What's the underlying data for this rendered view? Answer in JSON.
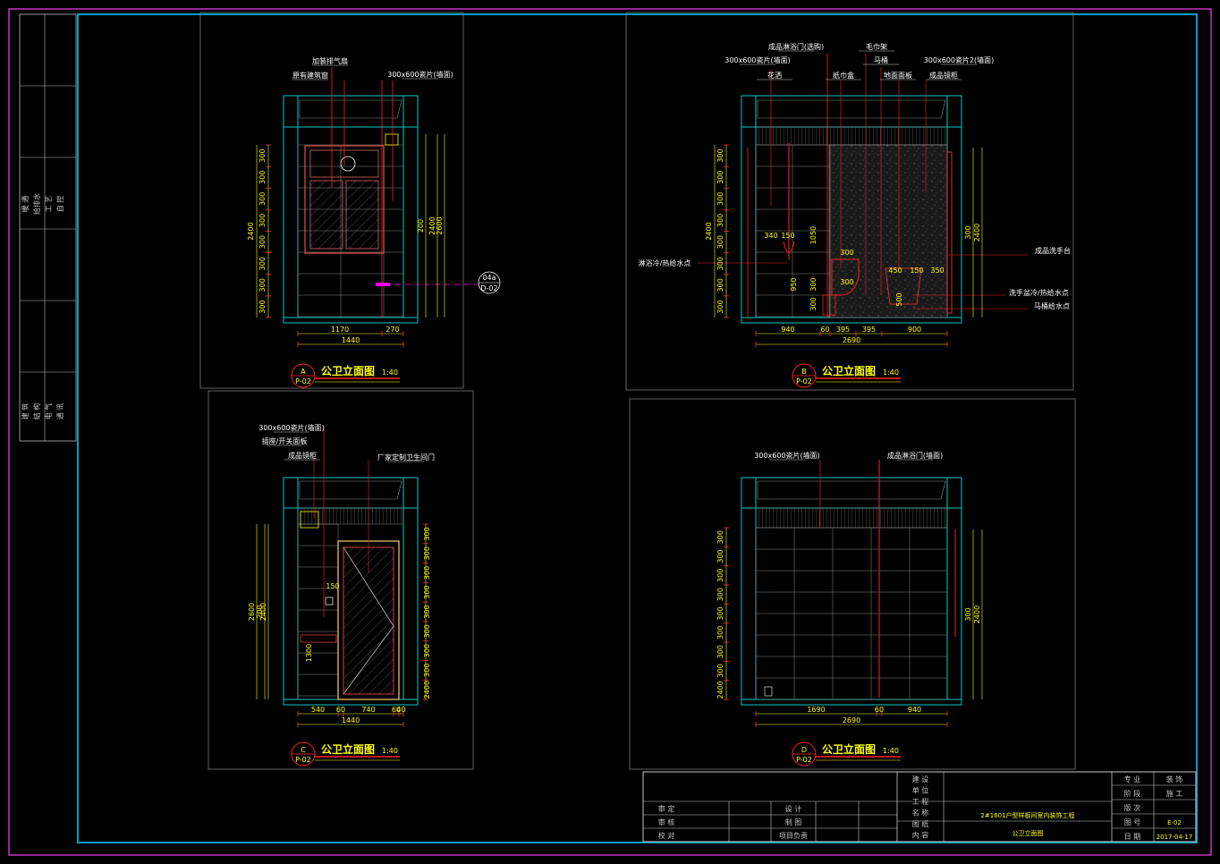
{
  "side_stamp": {
    "top_labels": [
      "暖 通",
      "给排水",
      "工 艺",
      "自 控"
    ],
    "bottom_labels": [
      "建 筑",
      "结 构",
      "电 气",
      "通 讯"
    ]
  },
  "views": {
    "A": {
      "letter": "A",
      "sheet": "P-02",
      "title": "公卫立面图",
      "scale": "1:40",
      "labels": [
        "加装排气扇",
        "原有建筑窗",
        "300x600瓷片(墙面)"
      ],
      "vdims_left": [
        "300",
        "300",
        "300",
        "300",
        "300",
        "300",
        "300",
        "300"
      ],
      "vdim_left_total": "2400",
      "vdims_right": [
        "200",
        "2400",
        "2600"
      ],
      "hdims": [
        "1170",
        "270"
      ],
      "hdim_total": "1440",
      "callout_id": "04a",
      "callout_sheet": "D-02"
    },
    "B": {
      "letter": "B",
      "sheet": "P-02",
      "title": "公卫立面图",
      "scale": "1:40",
      "labels": [
        "成品淋浴门(选购)",
        "300x600瓷片(墙面)",
        "花洒",
        "毛巾架",
        "纸巾盒",
        "马桶",
        "地面面板",
        "300x600瓷片2(墙面)",
        "成品镜柜",
        "成品洗手台",
        "淋浴冷/热给水点",
        "洗手盆冷/热给水点",
        "马桶给水点"
      ],
      "vdims_left": [
        "300",
        "300",
        "300",
        "300",
        "300",
        "300",
        "300",
        "300"
      ],
      "vdim_left_total": "2400",
      "vdims_right": [
        "300",
        "2400"
      ],
      "inner_dims": [
        "340",
        "150",
        "1050",
        "300",
        "450",
        "150",
        "350",
        "950",
        "300",
        "300",
        "500",
        "300"
      ],
      "hdims": [
        "940",
        "60",
        "395",
        "395",
        "900"
      ],
      "hdim_total": "2690"
    },
    "C": {
      "letter": "C",
      "sheet": "P-02",
      "title": "公卫立面图",
      "scale": "1:40",
      "labels": [
        "300x600瓷片(墙面)",
        "插座/开关面板",
        "成品镜柜",
        "厂家定制卫生间门"
      ],
      "vdims_left": [
        "200",
        "2400",
        "2600"
      ],
      "vdims_right": [
        "300",
        "300",
        "300",
        "300",
        "300",
        "300",
        "300",
        "300",
        "2400"
      ],
      "inner_dims": [
        "150",
        "1300"
      ],
      "hdims": [
        "540",
        "60",
        "740",
        "60",
        "40"
      ],
      "hdim_total": "1440"
    },
    "D": {
      "letter": "D",
      "sheet": "P-02",
      "title": "公卫立面图",
      "scale": "1:40",
      "labels": [
        "300x600瓷片(墙面)",
        "成品淋浴门(墙面)"
      ],
      "vdims_left": [
        "300",
        "300",
        "300",
        "300",
        "300",
        "300",
        "300",
        "300",
        "2400"
      ],
      "vdims_right": [
        "300",
        "2400"
      ],
      "hdims": [
        "1690",
        "60",
        "940"
      ],
      "hdim_total": "2690"
    }
  },
  "title_block": {
    "left_rows": [
      {
        "a": "审 定",
        "b": "设 计"
      },
      {
        "a": "审 核",
        "b": "制 图"
      },
      {
        "a": "校 对",
        "b": "项目负责"
      }
    ],
    "mid_labels": [
      "建 设",
      "单 位",
      "工 程",
      "名 称",
      "图 纸",
      "内 容"
    ],
    "project_name": "2#1601户型样板间室内装饰工程",
    "drawing_content": "公卫立面图",
    "right_rows": [
      {
        "k": "专 业",
        "v": "装 饰"
      },
      {
        "k": "阶 段",
        "v": "施 工"
      },
      {
        "k": "版 次",
        "v": ""
      },
      {
        "k": "图 号",
        "v": "E-02"
      },
      {
        "k": "日 期",
        "v": "2017-04-17"
      }
    ]
  },
  "colors": {
    "outer_frame": "#c832c8",
    "inner_frame": "#00a0c8",
    "wall": "#00c8c8",
    "line_red": "#ff2020",
    "dim": "#ffff00",
    "text": "#ffffff",
    "tile_grid": "#8a8a8a",
    "panel_border": "#7a7a7a"
  }
}
